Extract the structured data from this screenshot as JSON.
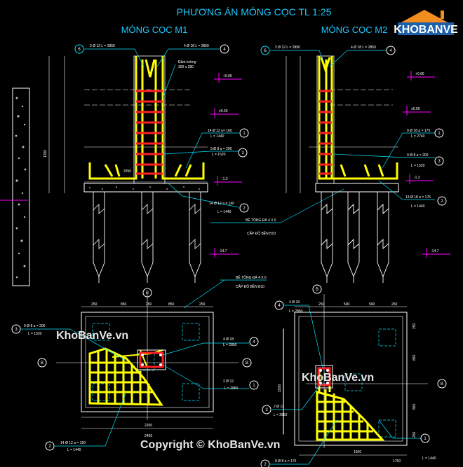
{
  "title": "PHƯƠNG ÁN MÓNG CỌC TL 1:25",
  "section_m1": {
    "title": "MÓNG CỌC M1",
    "callouts": [
      "2 Ø 12  L = 2850",
      "4 Ø 18  L = 2850",
      "Đầm tường",
      "300 x 280",
      "14 Ø 12 a= 160",
      "L = 1440",
      "9 Ø 8 a = 200",
      "L = 1520",
      "14 Ø 12 a = 160",
      "L = 1440"
    ],
    "levels": [
      "+0.06",
      "±0.00",
      "-1.2",
      "-14.7"
    ],
    "bubbles": [
      "4",
      "1",
      "3",
      "2"
    ],
    "dims": [
      "1200",
      "3250"
    ]
  },
  "section_m2": {
    "title": "MÓNG CỌC M2",
    "callouts": [
      "2 Ø 12  L = 2850",
      "4 Ø 18  L = 2850",
      "9 Ø 18  a = 175",
      "L = 2740",
      "9 Ø 8 a = 200",
      "L = 1520",
      "13 Ø 18 a = 175",
      "L = 1440"
    ],
    "levels": [
      "+0.06",
      "±0.00",
      "-1.2",
      "-14.7"
    ],
    "bubbles": [
      "4",
      "1",
      "3",
      "2"
    ]
  },
  "notes": [
    "BÊ TÔNG ĐÁ 4 X 6",
    "CẤP ĐỘ BỀN B10",
    "BÊ TÔNG ĐÁ 4 X 6",
    "CẤP ĐỘ BỀN B10"
  ],
  "plan_m1": {
    "dims_top": [
      "250",
      "850",
      "250",
      "850",
      "250"
    ],
    "dims_bottom": [
      "2200",
      "2450"
    ],
    "callouts": [
      "9 Ø 8 a = 200",
      "L = 1520",
      "4 Ø 18",
      "L = 2850",
      "2 Ø 12",
      "L = 2850",
      "14 Ø 12 a = 160",
      "L = 1440"
    ],
    "axis_labels": [
      "B",
      "B",
      "B"
    ],
    "bubbles": [
      "3",
      "4",
      "1",
      "2"
    ]
  },
  "plan_m2": {
    "dims_top": [
      "250",
      "500",
      "500",
      "250"
    ],
    "dims_side": [
      "2200",
      "250",
      "860",
      "860",
      "250"
    ],
    "callouts": [
      "4 Ø 18",
      "L = 2850",
      "2 Ø 12",
      "L = 2850",
      "9 Ø 8 a = 175",
      "L = 1440"
    ],
    "axis_labels": [
      "B",
      "B"
    ],
    "bubbles": [
      "4",
      "3",
      "2",
      "1"
    ],
    "dims_bottom": [
      "1500",
      "1750"
    ]
  },
  "logo": {
    "text": "KHOBANVE"
  },
  "watermarks": [
    "KhoBanVe.vn",
    "KhoBanVe.vn",
    "Copyright © KhoBanVe.vn"
  ],
  "colors": {
    "rebar_main": "#ffff00",
    "rebar_stirrup": "#ff2020",
    "leader": "#00e5ff",
    "outline": "#ffffff",
    "level_mark": "#ff00ff",
    "pile_hatch": "#ffffff",
    "logo_orange": "#f28c1e",
    "logo_blue": "#1d5fa8"
  }
}
